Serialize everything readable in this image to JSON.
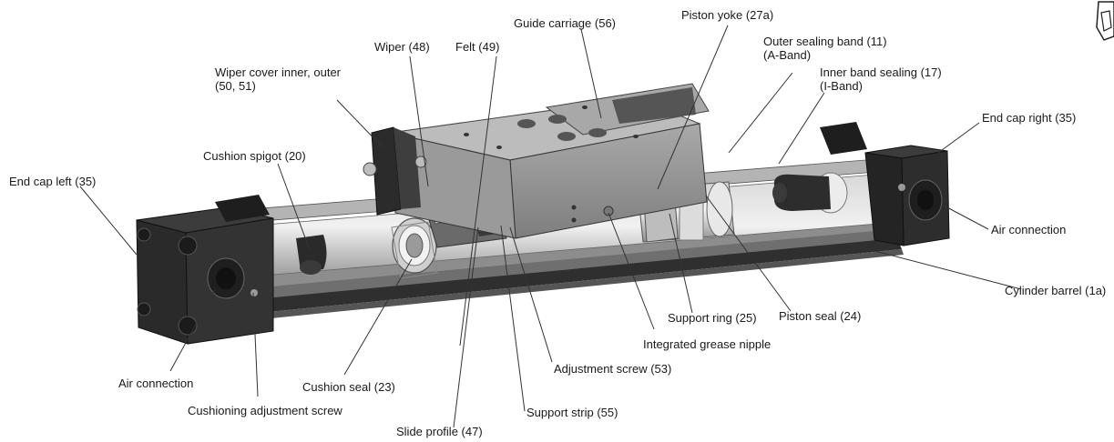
{
  "labels": {
    "guide_carriage": "Guide carriage (56)",
    "piston_yoke": "Piston yoke (27a)",
    "wiper": "Wiper (48)",
    "felt": "Felt (49)",
    "outer_sealing_band": {
      "line1": "Outer sealing band (11)",
      "line2": "(A-Band)"
    },
    "inner_band_sealing": {
      "line1": "Inner band sealing (17)",
      "line2": "(I-Band)"
    },
    "wiper_cover": {
      "line1": "Wiper cover inner, outer",
      "line2": "(50, 51)"
    },
    "end_cap_right": "End cap right (35)",
    "cushion_spigot": "Cushion spigot (20)",
    "end_cap_left": "End cap left (35)",
    "air_connection_right": "Air connection",
    "cylinder_barrel": "Cylinder barrel (1a)",
    "support_ring": "Support ring (25)",
    "piston_seal": "Piston seal (24)",
    "integrated_grease_nipple": "Integrated grease nipple",
    "adjustment_screw": "Adjustment screw (53)",
    "air_connection_left": "Air connection",
    "cushion_seal": "Cushion seal (23)",
    "cushioning_adjustment_screw": "Cushioning adjustment screw",
    "support_strip": "Support strip (55)",
    "slide_profile": "Slide profile (47)"
  },
  "colors": {
    "text": "#1a1a1a",
    "leader": "#333333",
    "housing_dark": "#2a2a2a",
    "housing_mid": "#3c3c3c",
    "metal_light": "#c9c9c9",
    "metal_mid": "#9d9d9d",
    "carriage_top": "#b8b8b8",
    "carriage_side": "#8f8f8f"
  },
  "icons": [
    "corner-fragment-icon"
  ]
}
